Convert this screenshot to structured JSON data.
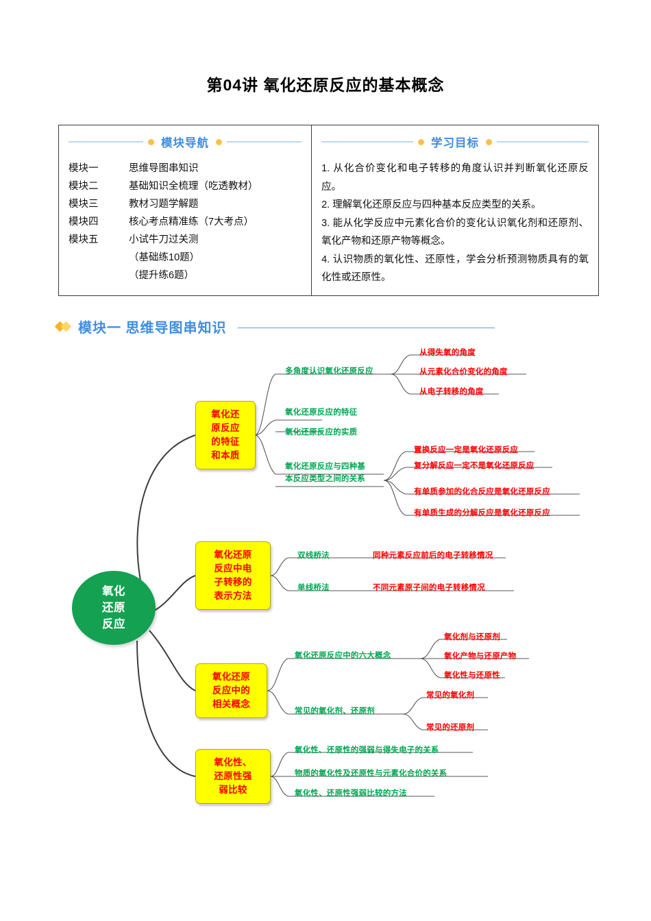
{
  "doc": {
    "title": "第04讲  氧化还原反应的基本概念"
  },
  "nav_panel": {
    "heading": "模块导航",
    "rows": [
      {
        "key": "模块一",
        "value": "思维导图串知识"
      },
      {
        "key": "模块二",
        "value": "基础知识全梳理（吃透教材）"
      },
      {
        "key": "模块三",
        "value": "教材习题学解题"
      },
      {
        "key": "模块四",
        "value": "核心考点精准练（7大考点）"
      },
      {
        "key": "模块五",
        "value": "小试牛刀过关测"
      }
    ],
    "subs": [
      "（基础练10题）",
      "（提升练6题）"
    ]
  },
  "goals_panel": {
    "heading": "学习目标",
    "items": [
      "1. 从化合价变化和电子转移的角度认识并判断氧化还原反应。",
      "2. 理解氧化还原反应与四种基本反应类型的关系。",
      "3. 能从化学反应中元素化合价的变化认识氧化剂和还原剂、氧化产物和还原产物等概念。",
      "4. 认识物质的氧化性、还原性，学会分析预测物质具有的氧化性或还原性。"
    ]
  },
  "section": {
    "label": "模块一 思维导图串知识"
  },
  "mindmap": {
    "root": "氧化\n还原\n反应",
    "root_lines": [
      "氧化",
      "还原",
      "反应"
    ],
    "branches": [
      {
        "title_lines": [
          "氧化还",
          "原反应",
          "的特征",
          "和本质"
        ],
        "groups": [
          {
            "label": "多角度认识氧化还原反应",
            "leaves": [
              "从得失氧的角度",
              "从元素化合价变化的角度",
              "从电子转移的角度"
            ]
          },
          {
            "label": "氧化还原反应的特征",
            "leaves": []
          },
          {
            "label": "氧化还原反应的实质",
            "leaves": []
          },
          {
            "label": "氧化还原反应与四种基本反应类型之间的关系",
            "label_lines": [
              "氧化还原反应与四种基",
              "本反应类型之间的关系"
            ],
            "leaves": [
              "置换反应一定是氧化还原反应",
              "复分解反应一定不是氧化还原反应",
              "有单质参加的化合反应是氧化还原反应",
              "有单质生成的分解反应是氧化还原反应"
            ]
          }
        ]
      },
      {
        "title_lines": [
          "氧化还原",
          "反应中电",
          "子转移的",
          "表示方法"
        ],
        "groups": [
          {
            "label": "双线桥法",
            "leaves": [
              "同种元素反应前后的电子转移情况"
            ]
          },
          {
            "label": "单线桥法",
            "leaves": [
              "不同元素原子间的电子转移情况"
            ]
          }
        ]
      },
      {
        "title_lines": [
          "氧化还原",
          "反应中的",
          "相关概念"
        ],
        "groups": [
          {
            "label": "氧化还原反应中的六大概念",
            "leaves": [
              "氧化剂与还原剂",
              "氧化产物与还原产物",
              "氧化性与还原性"
            ]
          },
          {
            "label": "常见的氧化剂、还原剂",
            "leaves": [
              "常见的氧化剂",
              "常见的还原剂"
            ]
          }
        ]
      },
      {
        "title_lines": [
          "氧化性、",
          "还原性强",
          "弱比较"
        ],
        "groups": [
          {
            "label": "氧化性、还原性的强弱与得失电子的关系",
            "leaves": []
          },
          {
            "label": "物质的氧化性及还原性与元素化合价的关系",
            "leaves": []
          },
          {
            "label": "氧化性、还原性强弱比较的方法",
            "leaves": []
          }
        ]
      }
    ]
  },
  "colors": {
    "root_green": "#14a152",
    "node_yellow": "#ffff00",
    "node_text_red": "#ff0000",
    "label_green": "#00a651",
    "label_red": "#ff0000",
    "heading_blue": "#3f8de0",
    "dot_orange": "#fbc04a"
  }
}
